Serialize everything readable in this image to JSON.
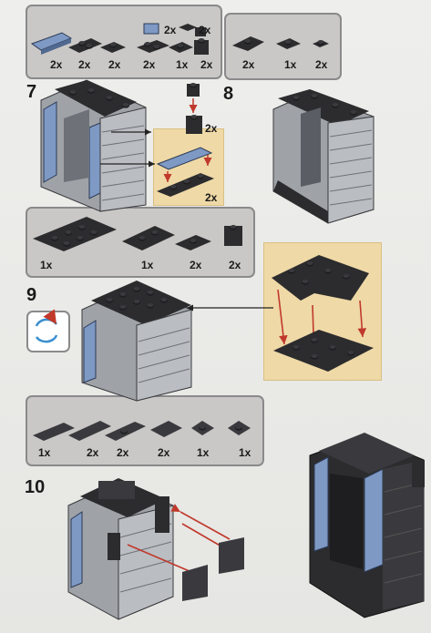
{
  "steps": {
    "s7": "7",
    "s8": "8",
    "s9": "9",
    "s10": "10"
  },
  "parts_panel_1": {
    "quantities": [
      "2x",
      "2x",
      "2x",
      "2x",
      "1x",
      "2x"
    ],
    "top_quantities": [
      "2x",
      "2x"
    ]
  },
  "parts_panel_2": {
    "quantities": [
      "2x",
      "1x",
      "2x"
    ]
  },
  "callout_8": {
    "quantities": [
      "2x",
      "2x"
    ]
  },
  "parts_panel_3": {
    "quantities": [
      "1x",
      "1x",
      "2x",
      "2x"
    ]
  },
  "parts_panel_4": {
    "quantities": [
      "1x",
      "2x",
      "2x",
      "2x",
      "1x",
      "1x"
    ]
  },
  "icons": {
    "rotate": "rotate-model-icon"
  },
  "colors": {
    "brick_dark": "#2c2c2e",
    "brick_grey": "#9fa3a8",
    "trans_blue": "#7e99c4",
    "callout_bg": "#efd9a6",
    "arrow_red": "#c0392b",
    "panel_bg": "#c9c8c6"
  }
}
